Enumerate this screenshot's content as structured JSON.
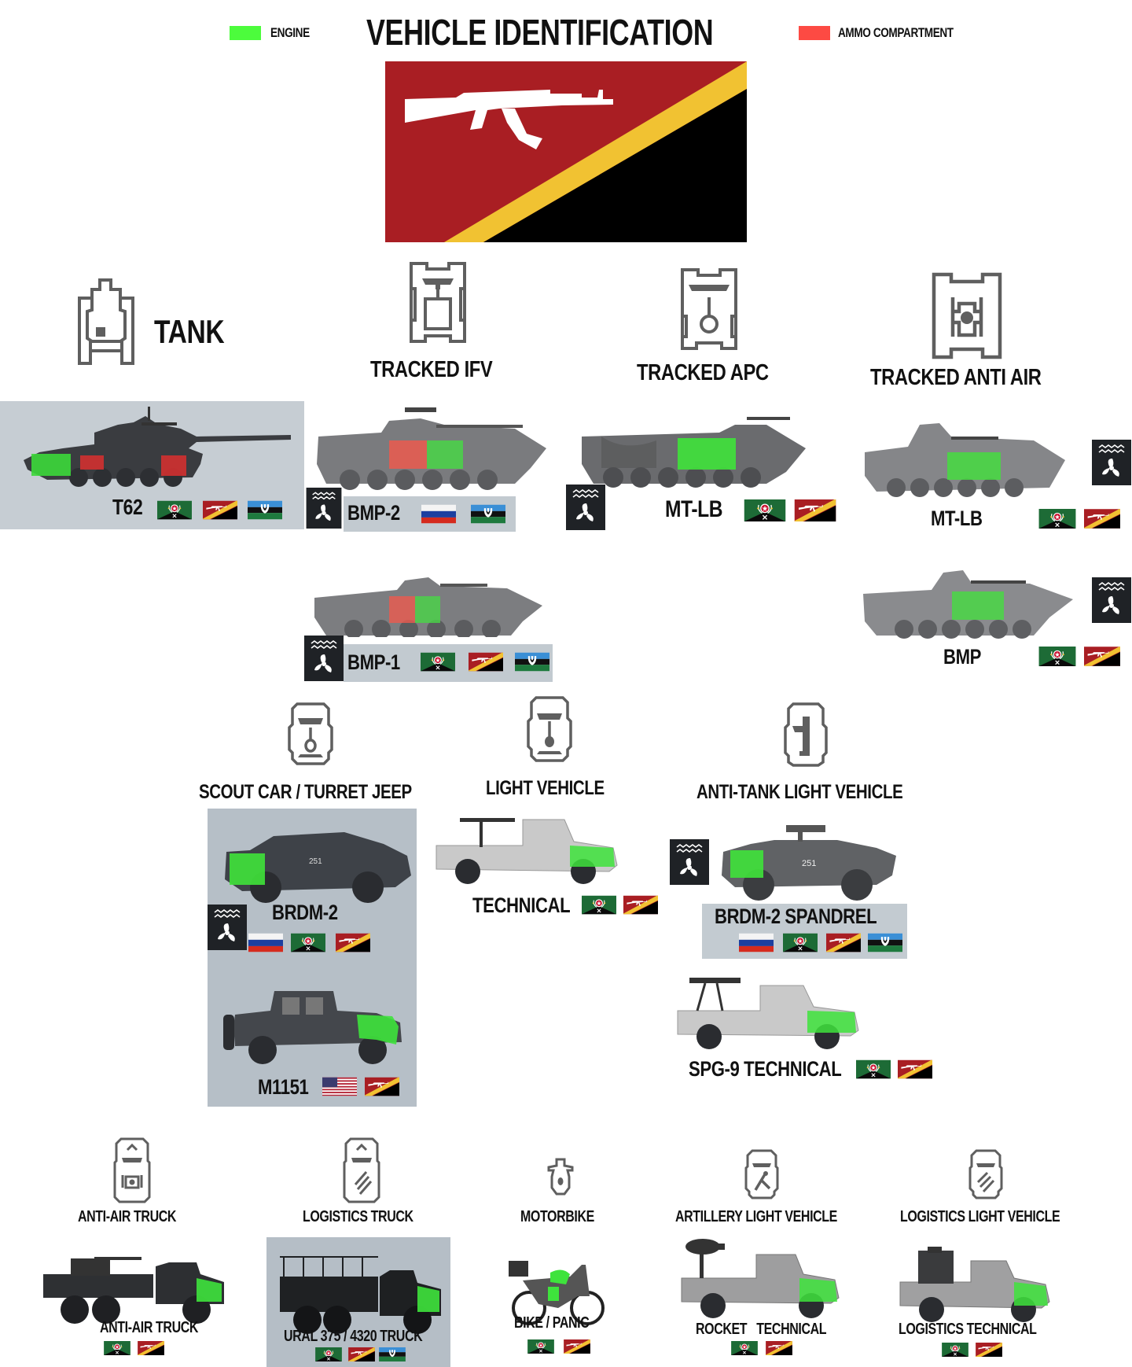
{
  "header": {
    "title": "VEHICLE IDENTIFICATION",
    "legend": [
      {
        "label": "ENGINE",
        "color": "#4cfc3c"
      },
      {
        "label": "AMMO COMPARTMENT",
        "color": "#fd4a43"
      }
    ]
  },
  "faction_flag": {
    "name": "insurgent-flag",
    "colors": {
      "red": "#a91e23",
      "yellow": "#f1c232",
      "black": "#000000",
      "emblem": "#ffffff"
    }
  },
  "flag_colors": {
    "russia": [
      "#ffffff",
      "#1c3fa0",
      "#d52b1e"
    ],
    "militia": {
      "green": "#1d6b36",
      "black": "#0a0a0a",
      "star": "#c8102e"
    },
    "insurgent": {
      "red": "#a91e23",
      "yellow": "#f1c232",
      "black": "#000000"
    },
    "irregular": {
      "blue": "#3a8fd6",
      "black": "#111111",
      "green": "#1e7a3e"
    },
    "usa": {
      "red": "#b22234",
      "white": "#ffffff",
      "blue": "#3c3b6e"
    }
  },
  "categories": {
    "tank": {
      "label": "TANK",
      "vehicles": [
        {
          "name": "T62",
          "flags": [
            "militia",
            "insurgent",
            "irregular"
          ],
          "amphibious": false
        }
      ]
    },
    "tracked_ifv": {
      "label": "TRACKED IFV",
      "vehicles": [
        {
          "name": "BMP-2",
          "flags": [
            "russia",
            "irregular"
          ],
          "amphibious": true
        },
        {
          "name": "BMP-1",
          "flags": [
            "militia",
            "insurgent",
            "irregular"
          ],
          "amphibious": true
        }
      ]
    },
    "tracked_apc": {
      "label": "TRACKED APC",
      "vehicles": [
        {
          "name": "MT-LB",
          "flags": [
            "militia",
            "insurgent"
          ],
          "amphibious": true
        }
      ]
    },
    "tracked_anti_air": {
      "label": "TRACKED ANTI AIR",
      "vehicles": [
        {
          "name": "MT-LB",
          "flags": [
            "militia",
            "insurgent"
          ],
          "amphibious": true
        },
        {
          "name": "BMP",
          "flags": [
            "militia",
            "insurgent"
          ],
          "amphibious": true
        }
      ]
    },
    "scout_car": {
      "label": "SCOUT CAR / TURRET JEEP",
      "vehicles": [
        {
          "name": "BRDM-2",
          "flags": [
            "russia",
            "militia",
            "insurgent"
          ],
          "amphibious": true
        },
        {
          "name": "M1151",
          "flags": [
            "usa",
            "insurgent"
          ],
          "amphibious": false
        }
      ]
    },
    "light_vehicle": {
      "label": "LIGHT VEHICLE",
      "vehicles": [
        {
          "name": "TECHNICAL",
          "flags": [
            "militia",
            "insurgent"
          ],
          "amphibious": false
        }
      ]
    },
    "anti_tank_light": {
      "label": "ANTI-TANK LIGHT VEHICLE",
      "vehicles": [
        {
          "name": "BRDM-2 SPANDREL",
          "flags": [
            "russia",
            "militia",
            "insurgent",
            "irregular"
          ],
          "amphibious": true,
          "hull_number": "251"
        },
        {
          "name": "SPG-9 TECHNICAL",
          "flags": [
            "militia",
            "insurgent"
          ],
          "amphibious": false
        }
      ]
    },
    "anti_air_truck": {
      "label": "ANTI-AIR TRUCK",
      "vehicles": [
        {
          "name": "ANTI-AIR TRUCK",
          "flags": [
            "militia",
            "insurgent"
          ],
          "amphibious": false
        }
      ]
    },
    "logistics_truck": {
      "label": "LOGISTICS TRUCK",
      "vehicles": [
        {
          "name": "URAL 375 / 4320 TRUCK",
          "flags": [
            "militia",
            "insurgent",
            "irregular"
          ],
          "amphibious": false
        }
      ]
    },
    "motorbike": {
      "label": "MOTORBIKE",
      "vehicles": [
        {
          "name": "BIKE / PANIC",
          "flags": [
            "militia",
            "insurgent"
          ],
          "amphibious": false
        }
      ]
    },
    "artillery_light": {
      "label": "ARTILLERY LIGHT VEHICLE",
      "vehicles": [
        {
          "name": "ROCKET   TECHNICAL",
          "flags": [
            "militia",
            "insurgent"
          ],
          "amphibious": false
        }
      ]
    },
    "logistics_light": {
      "label": "LOGISTICS LIGHT VEHICLE",
      "vehicles": [
        {
          "name": "LOGISTICS TECHNICAL",
          "flags": [
            "militia",
            "insurgent"
          ],
          "amphibious": false
        }
      ]
    }
  },
  "brdm_hull_number": "251"
}
